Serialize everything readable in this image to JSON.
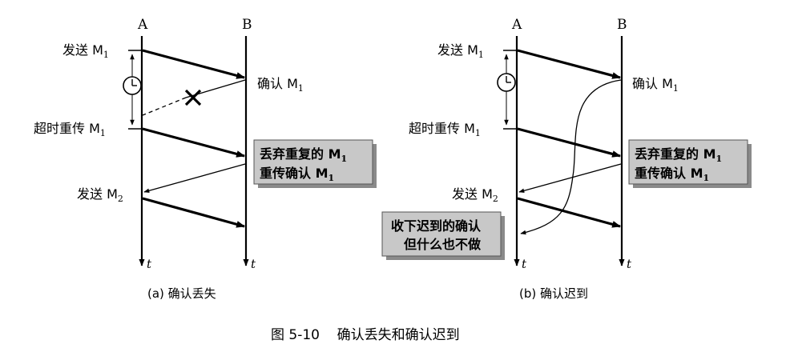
{
  "diagram_a": {
    "label_A": "A",
    "label_B": "B",
    "t_A": "t",
    "t_B": "t",
    "send_m1": {
      "text": "发送 M",
      "sub": "1"
    },
    "confirm_m1": {
      "text": "确认 M",
      "sub": "1"
    },
    "resend_m1": {
      "text": "超时重传 M",
      "sub": "1"
    },
    "box_line1": {
      "text": "丢弃重复的 M",
      "sub": "1"
    },
    "box_line2": {
      "text": "重传确认 M",
      "sub": "1"
    },
    "send_m2": {
      "text": "发送 M",
      "sub": "2"
    },
    "caption": "(a) 确认丢失"
  },
  "diagram_b": {
    "label_A": "A",
    "label_B": "B",
    "t_A": "t",
    "t_B": "t",
    "send_m1": {
      "text": "发送 M",
      "sub": "1"
    },
    "confirm_m1": {
      "text": "确认 M",
      "sub": "1"
    },
    "resend_m1": {
      "text": "超时重传 M",
      "sub": "1"
    },
    "box_line1": {
      "text": "丢弃重复的 M",
      "sub": "1"
    },
    "box_line2": {
      "text": "重传确认 M",
      "sub": "1"
    },
    "send_m2": {
      "text": "发送 M",
      "sub": "2"
    },
    "late_box_line1": "收下迟到的确认",
    "late_box_line2": "但什么也不做",
    "caption": "(b) 确认迟到"
  },
  "figure_title": "图 5-10    确认丢失和确认迟到"
}
